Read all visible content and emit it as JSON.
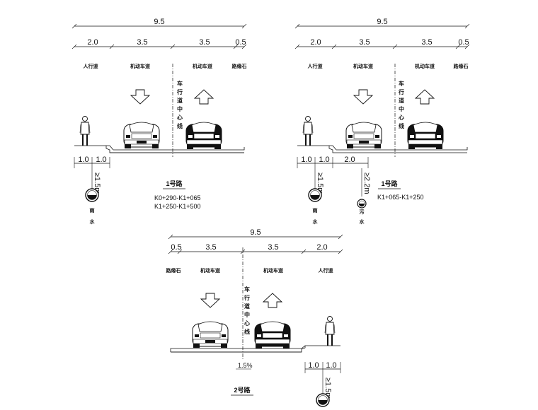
{
  "sections": [
    {
      "id": "s1",
      "total": "9.5",
      "widths": [
        "2.0",
        "3.5",
        "3.5",
        "0.5"
      ],
      "labels": [
        "人行道",
        "机动车道",
        "机动车道",
        "路缘石"
      ],
      "centerline": [
        "车",
        "行",
        "道",
        "中",
        "心",
        "线"
      ],
      "sub_dims": [
        "1.0",
        "1.0"
      ],
      "pipe_depths": [
        "≥1.5m"
      ],
      "pipe_labels": [
        [
          "雨",
          "水"
        ]
      ],
      "title": "1号路",
      "stations": [
        "K0+290-K1+065",
        "K1+250-K1+500"
      ]
    },
    {
      "id": "s2",
      "total": "9.5",
      "widths": [
        "2.0",
        "3.5",
        "3.5",
        "0.5"
      ],
      "labels": [
        "人行道",
        "机动车道",
        "机动车道",
        "路缘石"
      ],
      "centerline": [
        "车",
        "行",
        "道",
        "中",
        "心",
        "线"
      ],
      "sub_dims": [
        "1.0",
        "1.0",
        "2.0"
      ],
      "pipe_depths": [
        "≥1.5m",
        "≥2.2m"
      ],
      "pipe_labels": [
        [
          "雨",
          "水"
        ],
        [
          "污",
          "水"
        ]
      ],
      "title": "1号路",
      "stations": [
        "K1+065-K1+250"
      ]
    },
    {
      "id": "s3",
      "total": "9.5",
      "widths": [
        "0.5",
        "3.5",
        "3.5",
        "2.0"
      ],
      "labels": [
        "路缘石",
        "机动车道",
        "机动车道",
        "人行道"
      ],
      "centerline": [
        "车",
        "行",
        "道",
        "中",
        "心",
        "线"
      ],
      "sub_dims": [
        "1.0",
        "1.0"
      ],
      "pipe_depths": [
        "≥1.5m"
      ],
      "slope": "1.5%",
      "title": "2号路"
    }
  ],
  "icons": {
    "car": "car-rear-icon",
    "pedestrian": "pedestrian-icon",
    "arrow_down": "arrow-down-icon",
    "arrow_up": "arrow-up-icon",
    "pipe": "pipe-section-icon"
  }
}
